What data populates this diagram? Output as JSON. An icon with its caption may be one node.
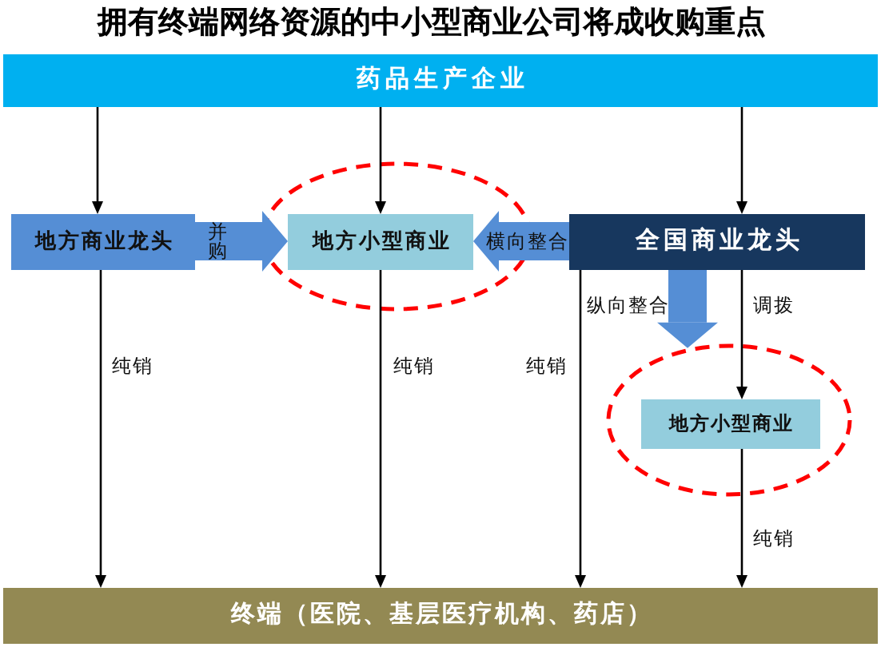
{
  "diagram": {
    "title": "拥有终端网络资源的中小型商业公司将成收购重点",
    "nodes": [
      {
        "text": [
          "药品生产企业"
        ]
      },
      {
        "text": [
          "地方商业龙头"
        ]
      },
      {
        "text": [],
        "shape": "ellipse"
      },
      {
        "text": [
          "地方小型商业"
        ],
        "in": 2
      },
      {
        "text": [
          "全国商业龙头"
        ]
      },
      {
        "text": [],
        "shape": "ellipse"
      },
      {
        "text": [
          "地方小型商业"
        ],
        "in": 5
      },
      {
        "text": [
          "终端（医院、基层医疗机构、药店）"
        ]
      }
    ],
    "edges": [
      {
        "from": 0,
        "to": 1,
        "arrow": "to"
      },
      {
        "from": 0,
        "to": 3,
        "arrow": "to"
      },
      {
        "from": 0,
        "to": 4,
        "arrow": "to"
      },
      {
        "from": 1,
        "to": 3,
        "arrow": "to",
        "label": "并购",
        "style": "thick",
        "color": "#558ed5"
      },
      {
        "from": 4,
        "to": 3,
        "arrow": "to",
        "label": "横向整合",
        "style": "thick",
        "color": "#558ed5"
      },
      {
        "from": 4,
        "to": 5,
        "arrow": "to",
        "label": "纵向整合",
        "style": "thick",
        "color": "#558ed5"
      },
      {
        "from": 4,
        "to": 6,
        "arrow": "to",
        "label": "调拨"
      },
      {
        "from": 1,
        "to": 7,
        "arrow": "to",
        "label": "纯销"
      },
      {
        "from": 3,
        "to": 7,
        "arrow": "to",
        "label": "纯销"
      },
      {
        "from": 4,
        "to": 7,
        "arrow": "to",
        "label": "纯销"
      },
      {
        "from": 6,
        "to": 7,
        "arrow": "to",
        "label": "纯销"
      }
    ]
  }
}
